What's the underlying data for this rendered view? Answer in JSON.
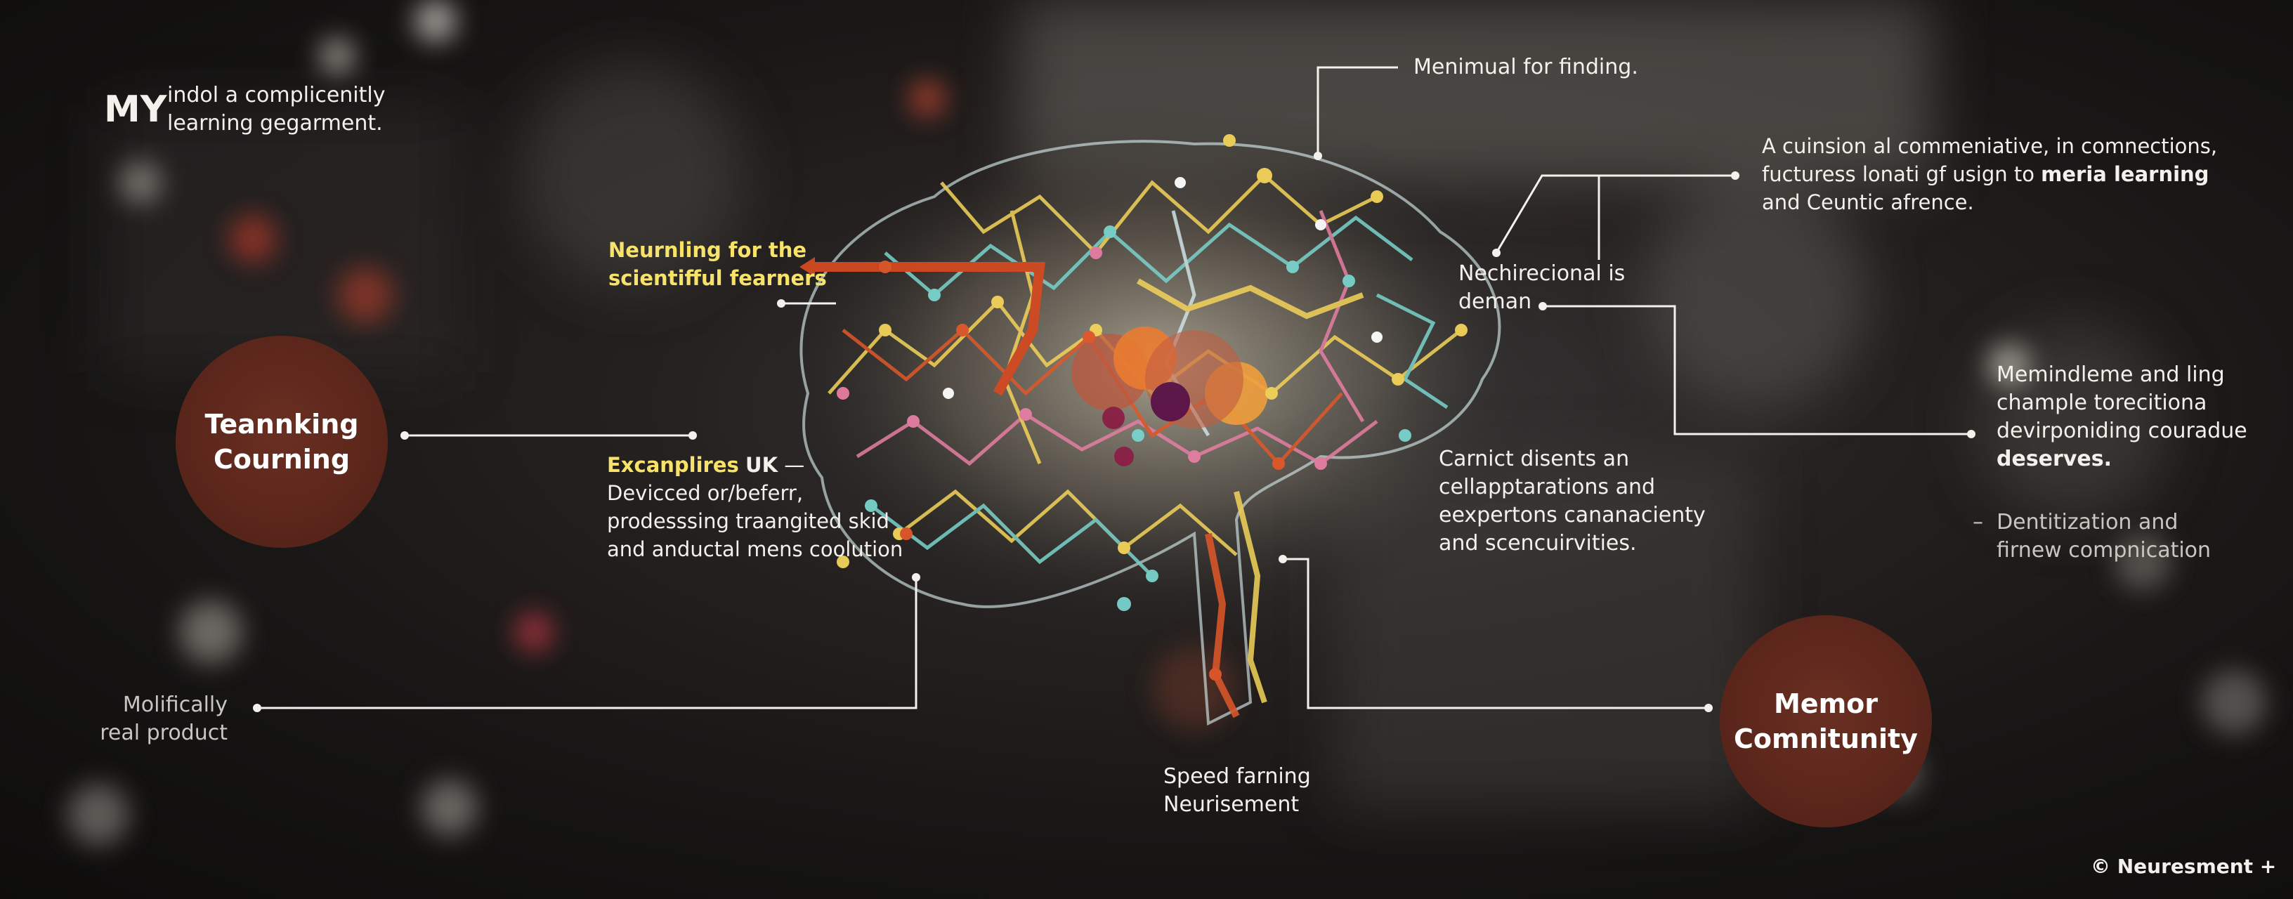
{
  "header": {
    "logo": "MY",
    "tagline_line1": "indol a complicenitly",
    "tagline_line2": "learning gegarment."
  },
  "labels": {
    "top_center": "Menimual for finding.",
    "right_top_line1": "A cuinsion al commeniative, in comnections,",
    "right_top_line2a": "fucturess lonati gf usign to ",
    "right_top_line2b": "meria learning",
    "right_top_line3": "and Ceuntic afrence.",
    "nechrecional_line1": "Nechirecional is",
    "nechrecional_line2": "deman",
    "neurnling_line1": "Neurnling for the",
    "neurnling_line2": "scientifful fearners",
    "excanplires_title": "Excanplires",
    "excanplires_uk": "UK",
    "excanplires_line2": "Devicced or/beferr,",
    "excanplires_line3": "prodesssing traangited skid",
    "excanplires_line4": "and anductal mens coolution",
    "carnict_line1": "Carnict disents an",
    "carnict_line2": "cellapptarations and",
    "carnict_line3": "eexpertons cananacienty",
    "carnict_line4": "and scencuirvities.",
    "memindleme_line1": "Memindleme and ling",
    "memindleme_line2": "chample torecitiona",
    "memindleme_line3": "devirponiding couradue",
    "memindleme_line4": "deserves.",
    "dentitization_line1": "Dentitization and",
    "dentitization_line2": "firnew compnication",
    "molifically_line1": "Molifically",
    "molifically_line2": "real product",
    "speed_line1": "Speed farning",
    "speed_line2": "Neurisement"
  },
  "circles": {
    "left_line1": "Teannking",
    "left_line2": "Courning",
    "right_line1": "Memor",
    "right_line2": "Comnitunity"
  },
  "footer": {
    "copyright": "© Neuresment +"
  },
  "colors": {
    "accent_yellow": "#f7e36a",
    "circle_fill": "#5b261b",
    "network_orange": "#e0582a",
    "network_pink": "#e57fa3",
    "network_teal": "#79d3cc"
  }
}
